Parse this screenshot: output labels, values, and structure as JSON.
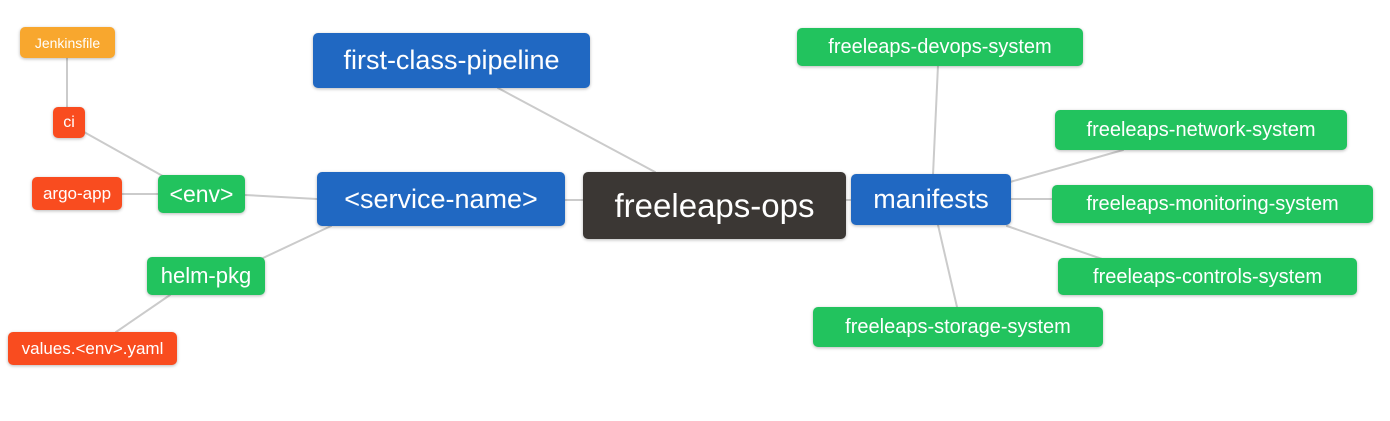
{
  "diagram": {
    "type": "mindmap",
    "root_label": "freeleaps-ops"
  },
  "colors": {
    "root": "#3b3734",
    "branch_blue": "#2068c2",
    "leaf_green": "#22c35e",
    "leaf_red": "#f94c1f",
    "leaf_orange": "#f8a72e",
    "edge": "#cbcbcb",
    "text": "#ffffff",
    "background": "#ffffff"
  },
  "nodes": [
    {
      "id": "jenkinsfile",
      "label": "Jenkinsfile",
      "color": "#f8a72e"
    },
    {
      "id": "ci",
      "label": "ci",
      "color": "#f94c1f"
    },
    {
      "id": "argo-app",
      "label": "argo-app",
      "color": "#f94c1f"
    },
    {
      "id": "env",
      "label": "<env>",
      "color": "#22c35e"
    },
    {
      "id": "first-class-pipeline",
      "label": "first-class-pipeline",
      "color": "#2068c2"
    },
    {
      "id": "service-name",
      "label": "<service-name>",
      "color": "#2068c2"
    },
    {
      "id": "freeleaps-ops",
      "label": "freeleaps-ops",
      "color": "#3b3734"
    },
    {
      "id": "manifests",
      "label": "manifests",
      "color": "#2068c2"
    },
    {
      "id": "helm-pkg",
      "label": "helm-pkg",
      "color": "#22c35e"
    },
    {
      "id": "values-env-yaml",
      "label": "values.<env>.yaml",
      "color": "#f94c1f"
    },
    {
      "id": "freeleaps-devops-system",
      "label": "freeleaps-devops-system",
      "color": "#22c35e"
    },
    {
      "id": "freeleaps-network-system",
      "label": "freeleaps-network-system",
      "color": "#22c35e"
    },
    {
      "id": "freeleaps-monitoring-system",
      "label": "freeleaps-monitoring-system",
      "color": "#22c35e"
    },
    {
      "id": "freeleaps-controls-system",
      "label": "freeleaps-controls-system",
      "color": "#22c35e"
    },
    {
      "id": "freeleaps-storage-system",
      "label": "freeleaps-storage-system",
      "color": "#22c35e"
    }
  ],
  "edges": [
    {
      "from": "jenkinsfile",
      "to": "ci"
    },
    {
      "from": "ci",
      "to": "env"
    },
    {
      "from": "argo-app",
      "to": "env"
    },
    {
      "from": "env",
      "to": "service-name"
    },
    {
      "from": "helm-pkg",
      "to": "service-name"
    },
    {
      "from": "values-env-yaml",
      "to": "helm-pkg"
    },
    {
      "from": "first-class-pipeline",
      "to": "freeleaps-ops"
    },
    {
      "from": "service-name",
      "to": "freeleaps-ops"
    },
    {
      "from": "freeleaps-ops",
      "to": "manifests"
    },
    {
      "from": "manifests",
      "to": "freeleaps-devops-system"
    },
    {
      "from": "manifests",
      "to": "freeleaps-network-system"
    },
    {
      "from": "manifests",
      "to": "freeleaps-monitoring-system"
    },
    {
      "from": "manifests",
      "to": "freeleaps-controls-system"
    },
    {
      "from": "manifests",
      "to": "freeleaps-storage-system"
    }
  ]
}
